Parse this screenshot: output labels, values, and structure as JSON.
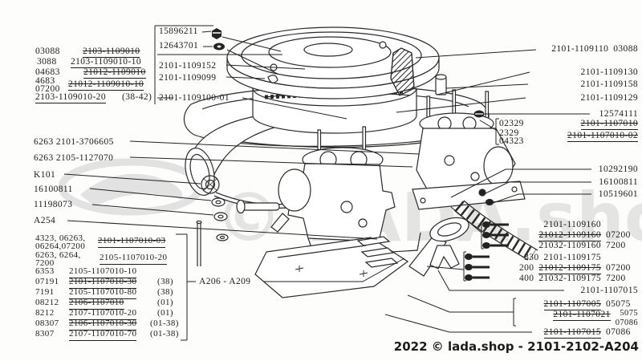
{
  "watermark": {
    "text": "© LADA.shop"
  },
  "footer": {
    "caption": "2022 © lada.shop - 2101-2102-A204"
  },
  "top_left": {
    "rows": [
      {
        "code": "03088",
        "part": "2103-1109010"
      },
      {
        "code": "3088",
        "part": "2103-1109010-10"
      },
      {
        "code": "04683",
        "part": "21012-1109010"
      },
      {
        "code": "4683",
        "code2": "07200",
        "part": "21012-1109010-10"
      },
      {
        "part": "2103-1109010-20",
        "note": "(38-42)"
      }
    ]
  },
  "top_mid": {
    "items": [
      {
        "part": "15896211",
        "icon": "nut-icon"
      },
      {
        "part": "12643701",
        "icon": "washer-icon"
      },
      {
        "part": "2101-1109152"
      },
      {
        "part": "2101-1109099"
      },
      {
        "part": "2101-1109100-01"
      }
    ]
  },
  "left_labels": {
    "items": [
      {
        "text": "6263 2101-3706605"
      },
      {
        "text": "6263 2105-1127070"
      },
      {
        "text": "K101"
      },
      {
        "text": "16100811"
      },
      {
        "text": "11198073"
      },
      {
        "text": "A254"
      }
    ]
  },
  "bottom_left": {
    "rows": [
      {
        "code": "4323, 06263,",
        "code2": "06264,07200",
        "part": "2101-1107010-03",
        "note": ""
      },
      {
        "code": "6263, 6264,",
        "code2": "7200",
        "part": "2105-1107010-20",
        "note": ""
      },
      {
        "code": "6353",
        "part": "2105-1107010-10",
        "note": ""
      },
      {
        "code": "07191",
        "part": "2101-1107010-30",
        "note": "(38)"
      },
      {
        "code": "7191",
        "part": "2105-1107010-80",
        "note": "(38)"
      },
      {
        "code": "08212",
        "part": "2106-1107010",
        "note": "(01)"
      },
      {
        "code": "8212",
        "part": "2107-1107010-20",
        "note": "(01)"
      },
      {
        "code": "08307",
        "part": "2106-1107010-30",
        "note": "(01-38)"
      },
      {
        "code": "8307",
        "part": "2107-1107010-70",
        "note": "(01-38)"
      }
    ],
    "gasket_range": "A206 - A209"
  },
  "right_top": {
    "items": [
      {
        "part": "2101-1109110",
        "code": "03088"
      },
      {
        "part": "2101-1109130"
      },
      {
        "part": "2101-1109158"
      },
      {
        "part": "2101-1109129"
      },
      {
        "part": "12574111"
      }
    ]
  },
  "carb_variants": {
    "codes": [
      "02329",
      "2329",
      "04323"
    ],
    "old_part": "2101-1107010",
    "old_part2": "2101-1107010-02"
  },
  "right_mid": {
    "items": [
      {
        "part": "10292190"
      },
      {
        "part": "16100811"
      },
      {
        "part": "10519601"
      }
    ]
  },
  "screw_group_160": {
    "rows": [
      {
        "part": "2101-1109160",
        "code": ""
      },
      {
        "part": "21012-1109160",
        "code": "07200"
      },
      {
        "part": "21032-1109160",
        "code": "7200"
      }
    ]
  },
  "screw_group_175": {
    "rows": [
      {
        "qty": "330",
        "part": "2101-1109175",
        "code": ""
      },
      {
        "qty": "200",
        "part": "21012-1109175",
        "code": "07200"
      },
      {
        "qty": "400",
        "part": "21032-1109175",
        "code": "7200"
      }
    ]
  },
  "flange_labels": {
    "part_1107015": "2101-1107015",
    "old_rows": [
      {
        "part": "2101-1107005",
        "code": "05075"
      },
      {
        "part": "2101-1107021",
        "code_top": "5075",
        "code_bottom": "07086"
      }
    ],
    "old_1107015": {
      "part": "2101-1107015",
      "code": "07086"
    }
  }
}
